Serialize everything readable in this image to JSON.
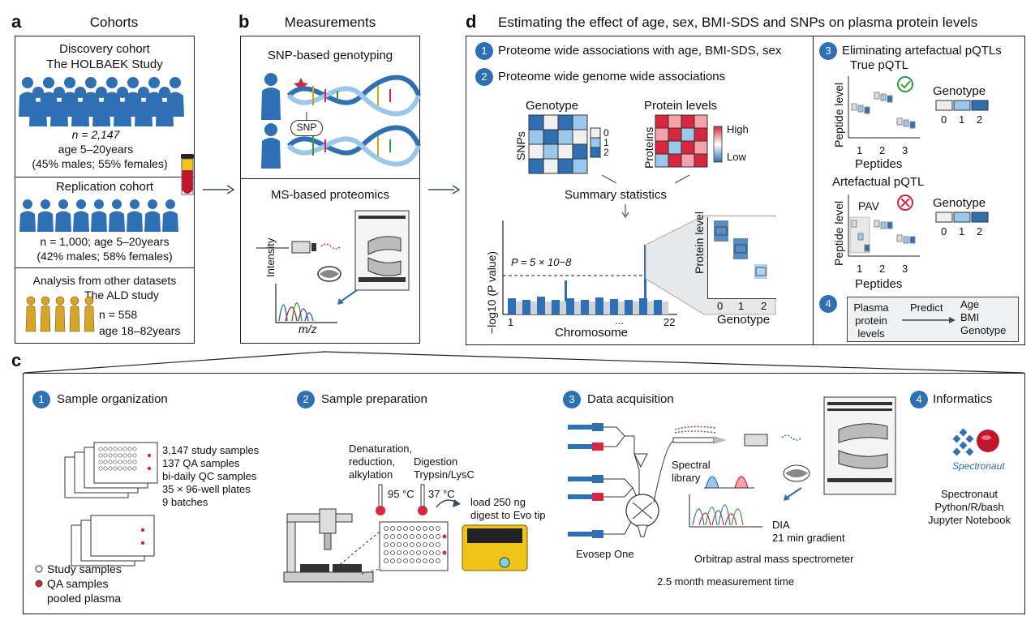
{
  "panels": {
    "a": "a",
    "b": "b",
    "c": "c",
    "d": "d"
  },
  "cohorts": {
    "heading": "Cohorts",
    "discovery": {
      "line1": "Discovery cohort",
      "line2": "The HOLBAEK Study",
      "n": "n = 2,147",
      "age": "age 5–20years",
      "sex": "(45% males; 55% females)"
    },
    "replication": {
      "line1": "Replication cohort",
      "line2": "n = 1,000; age 5–20years",
      "sex": "(42% males; 58% females)"
    },
    "other": {
      "line1": "Analysis from other datasets",
      "line2": "The ALD study",
      "n": "n = 558",
      "age": "age 18–82years"
    }
  },
  "measurements": {
    "heading": "Measurements",
    "snp": {
      "title": "SNP-based genotyping",
      "label": "SNP"
    },
    "ms": {
      "title": "MS-based proteomics",
      "ylabel": "Intensity",
      "xlabel": "m/z"
    }
  },
  "estimating": {
    "heading": "Estimating the effect of age, sex, BMI-SDS and SNPs on plasma protein levels",
    "step1": {
      "num": "1",
      "label": "Proteome wide associations with age, BMI-SDS, sex"
    },
    "step2": {
      "num": "2",
      "label": "Proteome wide genome wide associations"
    },
    "genotype_title": "Genotype",
    "snps_label": "SNPs",
    "genotype_legend": [
      "0",
      "1",
      "2"
    ],
    "protein_title": "Protein levels",
    "proteins_label": "Proteins",
    "protein_legend": {
      "high": "High",
      "low": "Low"
    },
    "summary": "Summary statistics",
    "manhattan": {
      "ylabel": "−log10 (P value)",
      "threshold": "P = 5 × 10−8",
      "xlabel": "Chromosome",
      "x_start": "1",
      "x_mid": "...",
      "x_end": "22"
    },
    "inset": {
      "ylabel": "Protein level",
      "xlabel": "Genotype",
      "ticks": [
        "0",
        "1",
        "2"
      ]
    },
    "step3": {
      "num": "3",
      "label": "Eliminating artefactual pQTLs"
    },
    "true_pqtl": {
      "title": "True pQTL",
      "ylabel": "Peptide level",
      "xlabel": "Peptides",
      "ticks": [
        "1",
        "2",
        "3"
      ],
      "legend_title": "Genotype",
      "legend": [
        "0",
        "1",
        "2"
      ]
    },
    "art_pqtl": {
      "title": "Artefactual pQTL",
      "ylabel": "Peptide level",
      "xlabel": "Peptides",
      "pav": "PAV",
      "ticks": [
        "1",
        "2",
        "3"
      ],
      "legend_title": "Genotype",
      "legend": [
        "0",
        "1",
        "2"
      ]
    },
    "step4": {
      "num": "4",
      "input": "Plasma protein levels",
      "predict": "Predict",
      "outputs": [
        "Age",
        "BMI",
        "Genotype"
      ]
    }
  },
  "workflow": {
    "s1": {
      "num": "1",
      "title": "Sample organization",
      "lines": [
        "3,147 study samples",
        "137 QA samples",
        "bi-daily QC samples",
        "35 × 96-well plates",
        "9 batches"
      ],
      "legend_study": "Study samples",
      "legend_qa": "QA samples",
      "legend_qa2": "pooled plasma"
    },
    "s2": {
      "num": "2",
      "title": "Sample preparation",
      "denat": [
        "Denaturation,",
        "reduction,",
        "alkylation"
      ],
      "digest": [
        "Digestion",
        "Trypsin/LysC"
      ],
      "t95": "95 °C",
      "t37": "37 °C",
      "load": [
        "load 250 ng",
        "digest to Evo tip"
      ]
    },
    "s3": {
      "num": "3",
      "title": "Data acquisition",
      "evosep": "Evosep One",
      "spectral": [
        "Spectral",
        "library"
      ],
      "dia": "DIA",
      "gradient": "21 min gradient",
      "orbitrap": "Orbitrap astral mass spectrometer",
      "time": "2.5 month measurement time"
    },
    "s4": {
      "num": "4",
      "title": "Informatics",
      "logo": "Spectronaut",
      "lines": [
        "Spectronaut",
        "Python/R/bash",
        "Jupyter Notebook"
      ]
    }
  },
  "colors": {
    "blue": "#2f6fb3",
    "light_blue": "#7fb2e0",
    "red": "#d7263d",
    "gold": "#d4a72c",
    "gray": "#cfd3d8"
  }
}
